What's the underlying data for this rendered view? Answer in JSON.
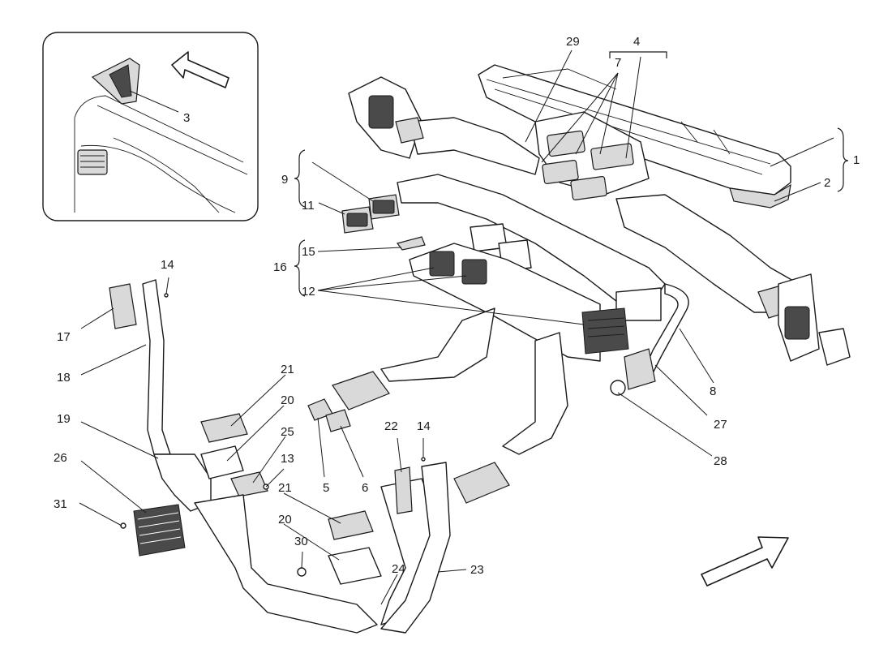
{
  "labels": {
    "n1": "1",
    "n2": "2",
    "n3": "3",
    "n4": "4",
    "n5": "5",
    "n6": "6",
    "n7": "7",
    "n8": "8",
    "n9": "9",
    "n11": "11",
    "n12": "12",
    "n13": "13",
    "n14a": "14",
    "n14b": "14",
    "n15": "15",
    "n16": "16",
    "n17": "17",
    "n18": "18",
    "n19": "19",
    "n20a": "20",
    "n20b": "20",
    "n21a": "21",
    "n21b": "21",
    "n22": "22",
    "n23": "23",
    "n24": "24",
    "n25": "25",
    "n26": "26",
    "n27": "27",
    "n28": "28",
    "n29": "29",
    "n30": "30",
    "n31": "31"
  },
  "colors": {
    "line": "#1a1a1a",
    "background": "#ffffff",
    "shade": "#d9d9d9"
  }
}
